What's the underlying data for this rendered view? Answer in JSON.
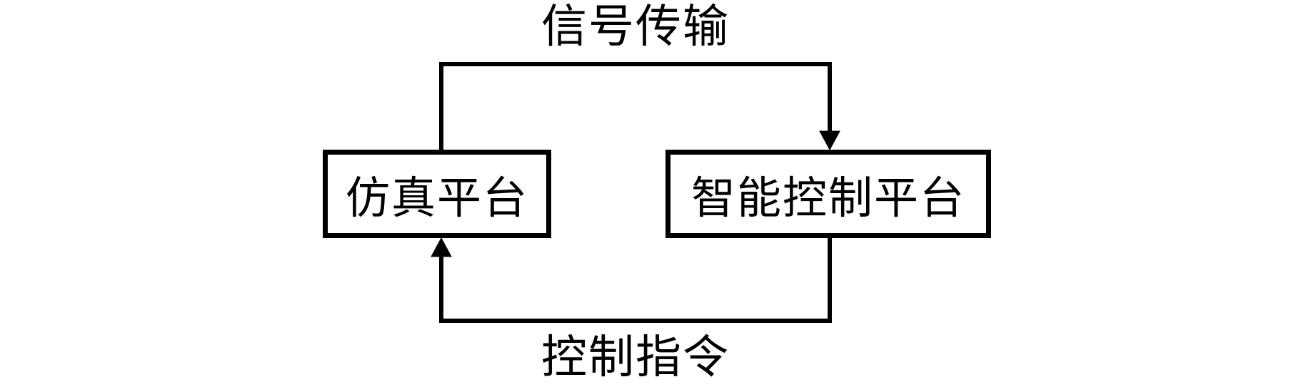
{
  "diagram": {
    "type": "flow-diagram",
    "background_color": "#ffffff",
    "line_color": "#000000",
    "nodes": [
      {
        "id": "simulation-platform",
        "label": "仿真平台"
      },
      {
        "id": "intelligent-control-platform",
        "label": "智能控制平台"
      }
    ],
    "edges": [
      {
        "from": "simulation-platform",
        "to": "intelligent-control-platform",
        "label": "信号传输",
        "route": "top",
        "arrow_direction": "down-into-intelligent-control-platform"
      },
      {
        "from": "intelligent-control-platform",
        "to": "simulation-platform",
        "label": "控制指令",
        "route": "bottom",
        "arrow_direction": "up-into-simulation-platform"
      }
    ]
  }
}
